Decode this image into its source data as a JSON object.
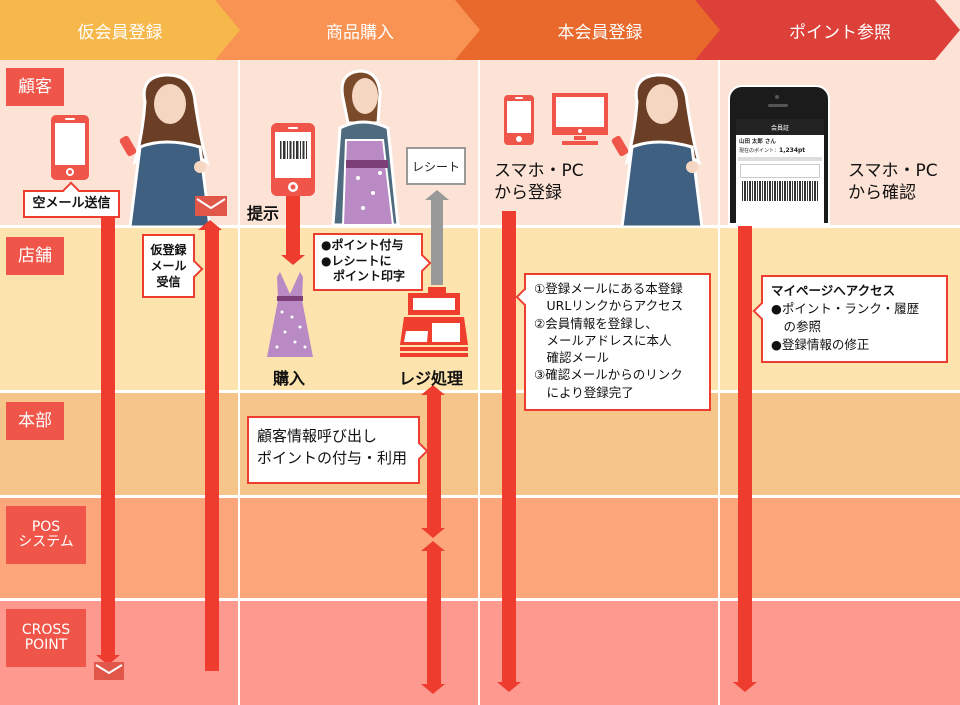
{
  "header": {
    "stages": [
      {
        "label": "仮会員登録",
        "color": "#F7B84B"
      },
      {
        "label": "商品購入",
        "color": "#F89353"
      },
      {
        "label": "本会員登録",
        "color": "#E8692B"
      },
      {
        "label": "ポイント参照",
        "color": "#DC4038"
      }
    ]
  },
  "rows": [
    {
      "label": "顧客",
      "color": "#FCE3D6"
    },
    {
      "label": "店舗",
      "color": "#FDE4AE"
    },
    {
      "label": "本部",
      "color": "#F6C58A"
    },
    {
      "label": "POS\nシステム",
      "label_line1": "POS",
      "label_line2": "システム",
      "color": "#FEA67B"
    },
    {
      "label": "CROSS\nPOINT",
      "label_line1": "CROSS",
      "label_line2": "POINT",
      "color": "#FD998F"
    }
  ],
  "colors": {
    "accent_red": "#EE3D2E",
    "label_bg": "#EF5548",
    "receipt_gray": "#999999"
  },
  "stage1": {
    "send_empty_mail": "空メール送信",
    "receive_mail_lines": [
      "仮登録",
      "メール",
      "受信"
    ],
    "icons": [
      "smartphone-icon",
      "customer-woman-illustration",
      "envelope-icon",
      "envelope-icon"
    ]
  },
  "stage2": {
    "present_label": "提示",
    "receipt_label": "レシート",
    "purchase_label": "購入",
    "register_label": "レジ処理",
    "register_callout": [
      "●ポイント付与",
      "●レシートに",
      "　ポイント印字"
    ],
    "hq_callout": [
      "顧客情報呼び出し",
      "ポイントの付与・利用"
    ],
    "icons": [
      "barcode-smartphone-icon",
      "customer-with-dress-illustration",
      "receipt-icon",
      "dress-icon",
      "cash-register-icon"
    ]
  },
  "stage3": {
    "register_from_lines": [
      "スマホ・PC",
      "から登録"
    ],
    "steps_callout": [
      "①登録メールにある本登録",
      "　URLリンクからアクセス",
      "②会員情報を登録し、",
      "　メールアドレスに本人",
      "　確認メール",
      "③確認メールからのリンク",
      "　により登録完了"
    ],
    "icons": [
      "smartphone-icon",
      "pc-monitor-icon",
      "customer-woman-illustration"
    ]
  },
  "stage4": {
    "confirm_from_lines": [
      "スマホ・PC",
      "から確認"
    ],
    "mypage_callout": [
      "マイページへアクセス",
      "●ポイント・ランク・履歴",
      "　の参照",
      "●登録情報の修正"
    ],
    "phone_screen": {
      "title": "会員証",
      "user_name": "山田 太郎 さん",
      "points_label": "現在のポイント：",
      "points_value": "1,234pt"
    },
    "icons": [
      "mypage-smartphone-screenshot"
    ]
  }
}
